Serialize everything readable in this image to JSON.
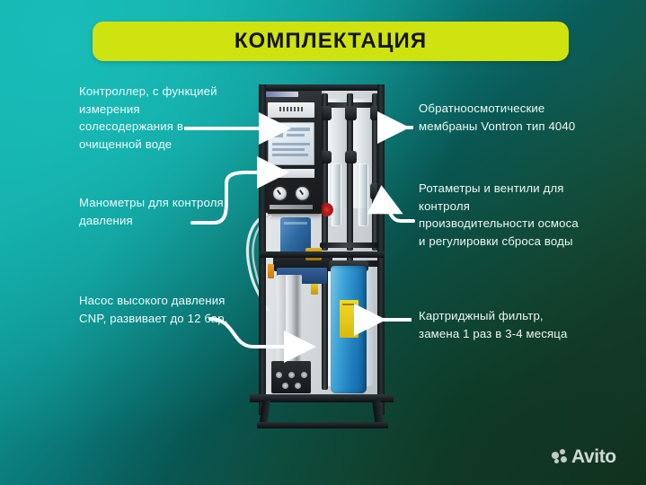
{
  "banner": {
    "title": "КОМПЛЕКТАЦИЯ"
  },
  "callouts": {
    "left": [
      {
        "id": "controller",
        "text": "Контроллер, с функцией измерения солесодержания в очищенной воде"
      },
      {
        "id": "manometers",
        "text": "Манометры для контроля давления"
      },
      {
        "id": "pump",
        "text": "Насос высокого давления CNP, развивает до 12 бар."
      }
    ],
    "right": [
      {
        "id": "membranes",
        "text": "Обратноосмотические мембраны Vontron тип 4040"
      },
      {
        "id": "rotameters",
        "text": "Ротаметры и вентили для контроля производительности осмоса и регулировки сброса воды"
      },
      {
        "id": "cartridge",
        "text": "Картриджный фильтр, замена 1 раз в 3-4 месяца"
      }
    ]
  },
  "watermark": {
    "brand": "Avito",
    "logo_icon": "avito-dots-icon"
  },
  "colors": {
    "banner_bg": "#cfe310",
    "banner_text": "#141414",
    "bg_top_left": "#14b3b0",
    "bg_bottom_right": "#173d2a",
    "callout_text": "#ecfbfb",
    "connector": "#ffffff",
    "filter_blue": "#2f94cf",
    "label_yellow": "#f2d928"
  },
  "product": {
    "name": "reverse-osmosis-system",
    "parts": [
      "control-panel",
      "pressure-gauges",
      "ro-membrane-vessels",
      "rotameters",
      "high-pressure-pump",
      "cartridge-filter-housing",
      "steel-prefilter",
      "steel-frame"
    ]
  }
}
